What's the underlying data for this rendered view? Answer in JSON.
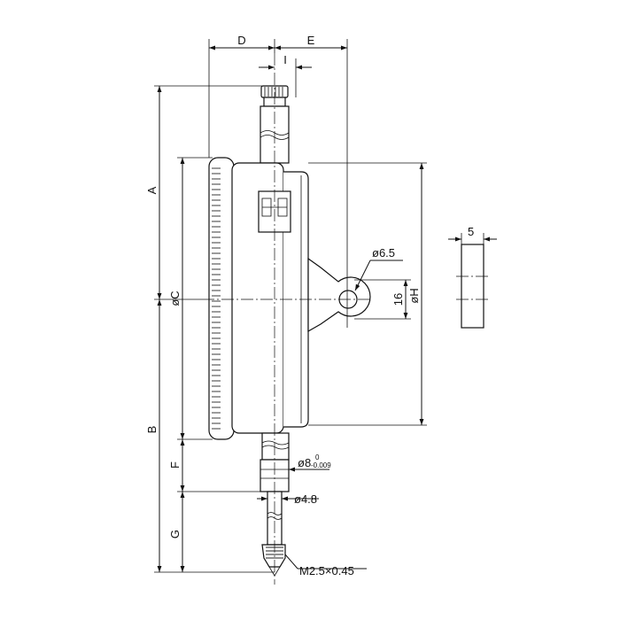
{
  "dimensions": {
    "a": "A",
    "b": "B",
    "c": "øC",
    "d": "D",
    "e": "E",
    "f": "F",
    "g": "G",
    "h": "øH",
    "i": "I",
    "lug_thickness": "5",
    "lug_hole": "ø6.5",
    "lug_height": "16",
    "stem_dia": "ø8",
    "stem_tol_upper": "0",
    "stem_tol_lower": "-0.009",
    "spindle_dia": "ø4.8",
    "contact_thread": "M2.5×0.45"
  }
}
